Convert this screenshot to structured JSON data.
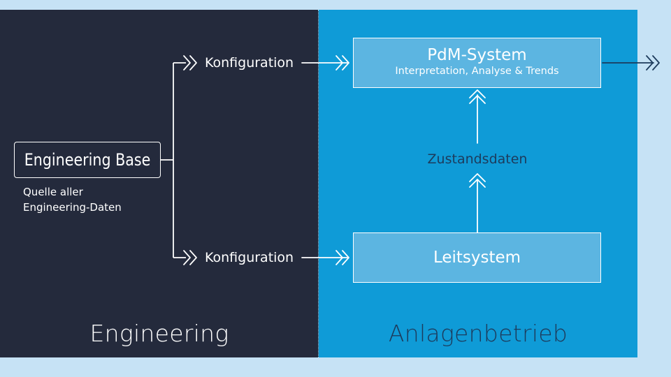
{
  "sections": {
    "engineering": "Engineering",
    "anlagenbetrieb": "Anlagenbetrieb"
  },
  "engineering_base": {
    "title": "Engineering Base",
    "subtitle_line1": "Quelle aller",
    "subtitle_line2": "Engineering-Daten"
  },
  "flows": {
    "konfiguration_top": "Konfiguration",
    "konfiguration_bottom": "Konfiguration",
    "zustandsdaten": "Zustandsdaten"
  },
  "pdm_system": {
    "title": "PdM-System",
    "subtitle": "Interpretation, Analyse & Trends"
  },
  "leitsystem": {
    "title": "Leitsystem"
  },
  "colors": {
    "background": "#c6e2f5",
    "left_panel": "#242a3c",
    "right_panel": "#0f9bd7",
    "box_fill": "#5cb5e1",
    "dark_text": "#1d3b5c"
  }
}
